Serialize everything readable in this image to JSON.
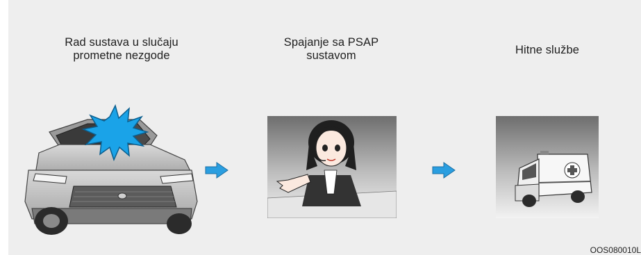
{
  "steps": [
    {
      "title_line1": "Rad sustava u slučaju",
      "title_line2": "prometne nezgode",
      "image": "crashed-car"
    },
    {
      "title_line1": "Spajanje sa PSAP",
      "title_line2": "sustavom",
      "image": "operator-woman"
    },
    {
      "title_line1": "Hitne službe",
      "title_line2": "",
      "image": "ambulance"
    }
  ],
  "arrows": [
    "arrow-right-icon",
    "arrow-right-icon"
  ],
  "figure_code": "OOS080010L",
  "colors": {
    "background": "#eeeeee",
    "impact_burst": "#1aa3e8",
    "arrow": "#2a9ee0"
  }
}
